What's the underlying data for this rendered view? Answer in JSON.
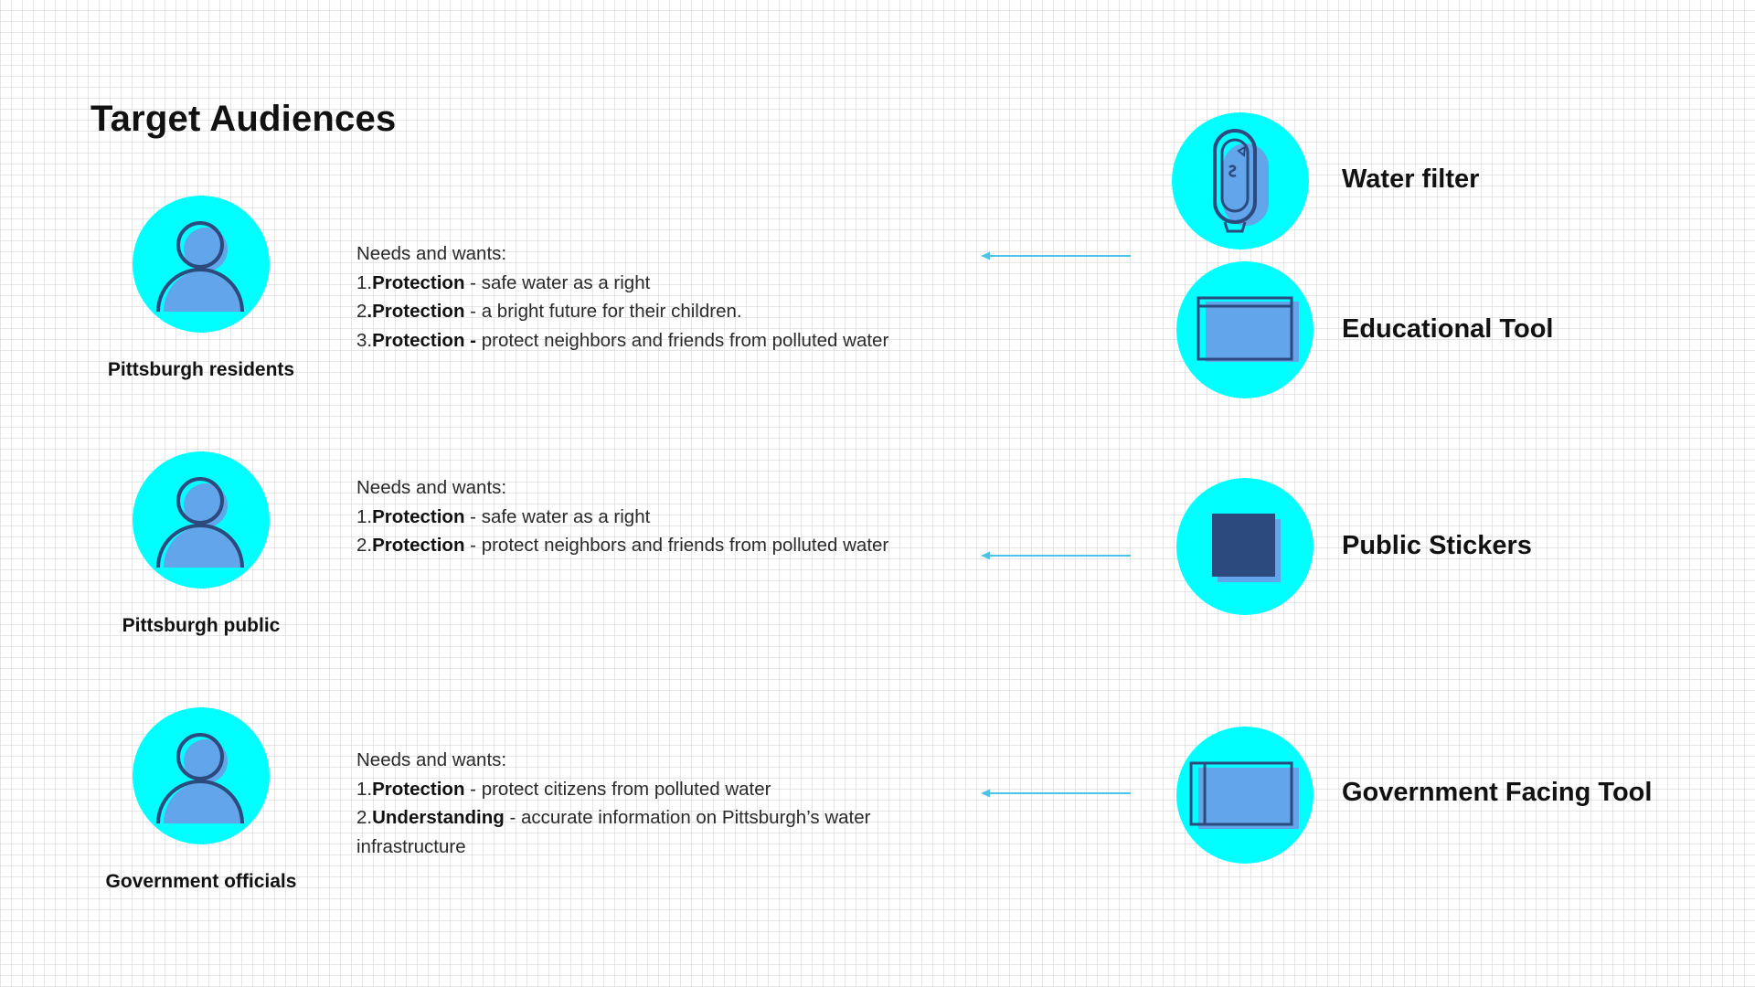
{
  "title": "Target Audiences",
  "colors": {
    "accent": "#00ffff",
    "icon_fill": "#62a5ea",
    "icon_stroke": "#2c4a7e",
    "arrow": "#4ec3e8"
  },
  "audiences": [
    {
      "label": "Pittsburgh residents",
      "icon": "person-icon",
      "needs_header": "Needs and wants:",
      "needs": [
        {
          "num": "1.",
          "bold": "Protection",
          "text": " - safe water as a right"
        },
        {
          "num": "2",
          "bold": ".Protection",
          "text": " - a bright future for their children."
        },
        {
          "num": "3.",
          "bold": "Protection -",
          "text": " protect neighbors and friends from polluted water"
        }
      ]
    },
    {
      "label": "Pittsburgh public",
      "icon": "person-icon",
      "needs_header": "Needs and wants:",
      "needs": [
        {
          "num": "1.",
          "bold": "Protection",
          "text": " - safe water as a right"
        },
        {
          "num": "2.",
          "bold": "Protection",
          "text": " - protect neighbors and friends from polluted water"
        }
      ]
    },
    {
      "label": "Government officials",
      "icon": "person-icon",
      "needs_header": "Needs and wants:",
      "needs": [
        {
          "num": "1.",
          "bold": "Protection",
          "text": " - protect citizens from polluted water"
        },
        {
          "num": "2.",
          "bold": "Understanding",
          "text": " - accurate information on Pittsburgh’s water infrastructure"
        }
      ]
    }
  ],
  "products": [
    {
      "label": "Water filter",
      "icon": "water-filter-icon"
    },
    {
      "label": "Educational Tool",
      "icon": "educational-tool-icon"
    },
    {
      "label": "Public Stickers",
      "icon": "sticker-icon"
    },
    {
      "label": "Government Facing Tool",
      "icon": "government-tool-icon"
    }
  ]
}
